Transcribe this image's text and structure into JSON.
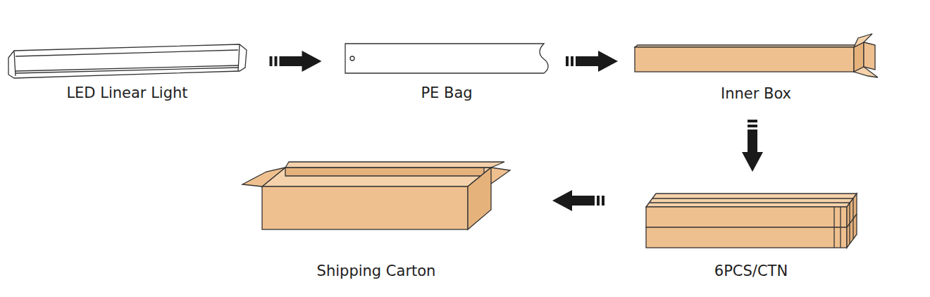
{
  "diagram": {
    "nodes": [
      {
        "text": [
          "LED Linear Light"
        ]
      },
      {
        "text": [
          "PE Bag"
        ]
      },
      {
        "text": [
          "Inner Box"
        ]
      },
      {
        "text": [
          "6PCS/CTN"
        ]
      },
      {
        "text": [
          "Shipping Carton"
        ]
      }
    ],
    "edges": [
      {
        "from": 0,
        "to": 1,
        "arrow": "to"
      },
      {
        "from": 1,
        "to": 2,
        "arrow": "to"
      },
      {
        "from": 2,
        "to": 3,
        "arrow": "to"
      },
      {
        "from": 3,
        "to": 4,
        "arrow": "to"
      }
    ]
  }
}
